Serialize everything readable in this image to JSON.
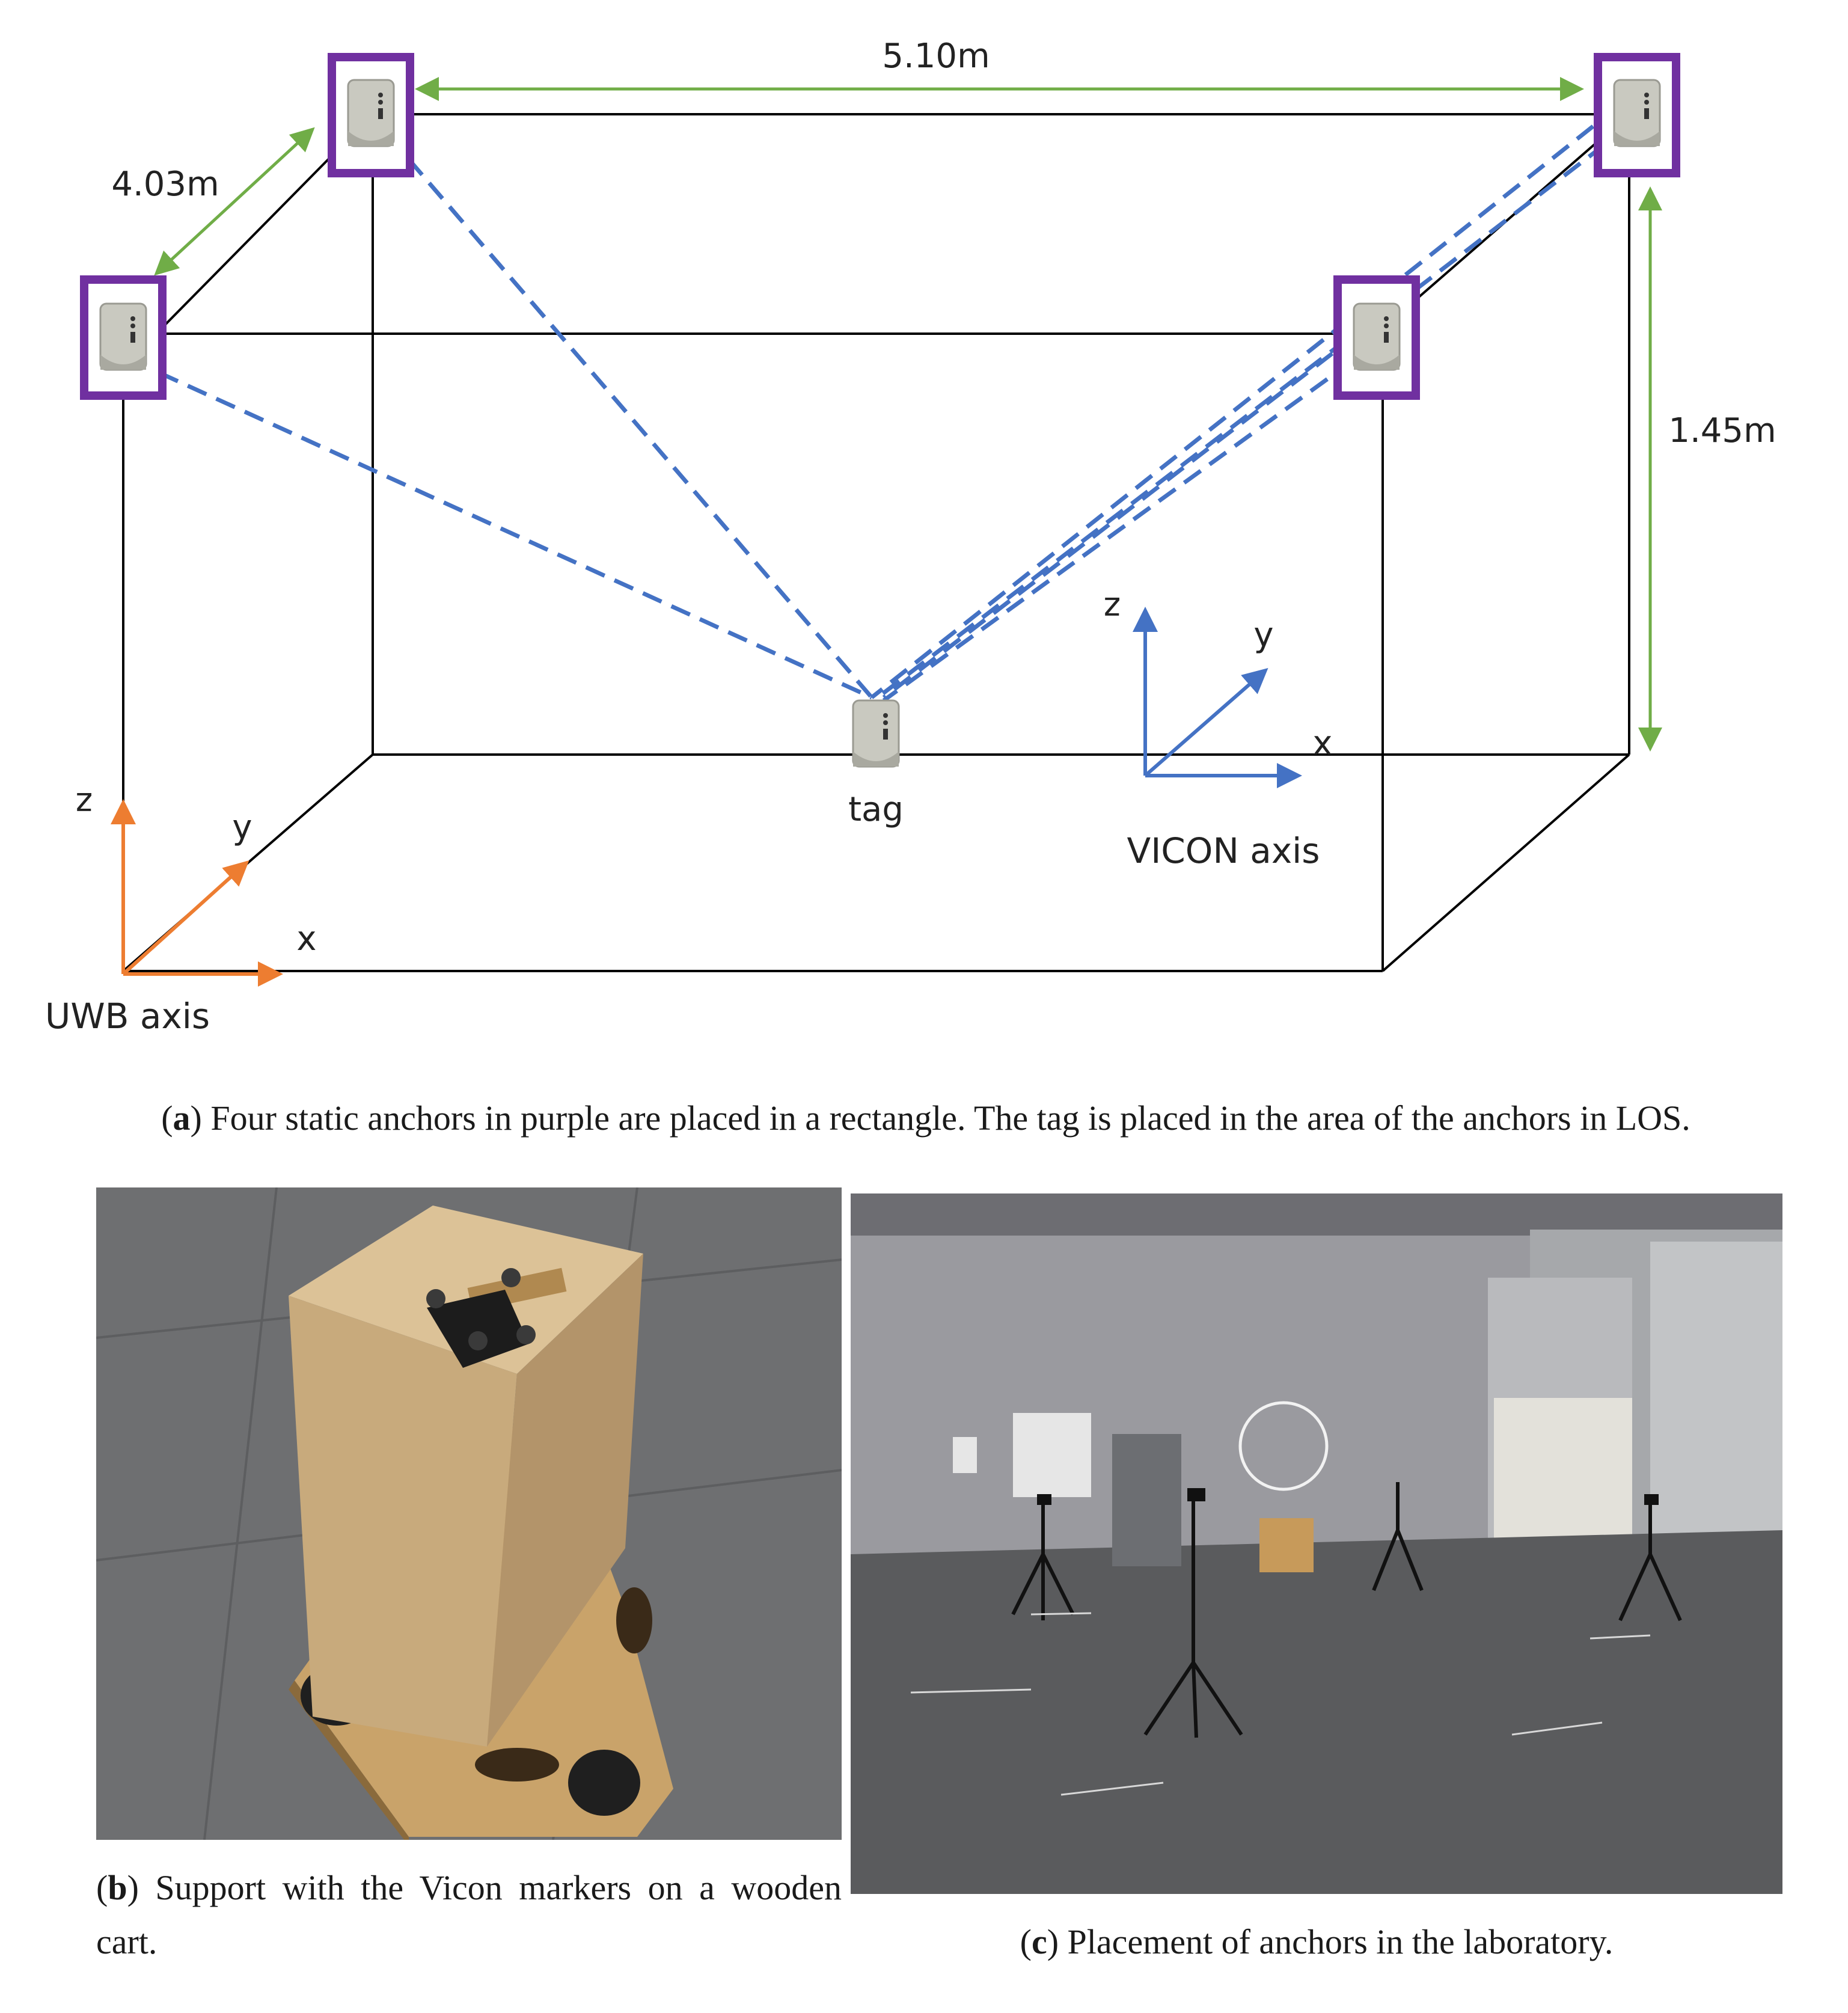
{
  "diagram": {
    "dimensions": {
      "length": "5.10m",
      "depth": "4.03m",
      "height": "1.45m"
    },
    "tag_label": "tag",
    "vicon_axis": {
      "label": "VICON axis",
      "x": "x",
      "y": "y",
      "z": "z"
    },
    "uwb_axis": {
      "label": "UWB axis",
      "x": "x",
      "y": "y",
      "z": "z"
    },
    "colors": {
      "anchor_frame": "#7030a0",
      "dimension_arrows": "#70ad47",
      "los_lines": "#4472c4",
      "vicon_axis": "#4472c4",
      "uwb_axis": "#ed7d31",
      "box_edges": "#000000"
    }
  },
  "captions": {
    "a": {
      "letter": "a",
      "text": ") Four static anchors in purple are placed in a rectangle. The tag is placed in the area of the anchors in LOS."
    },
    "b": {
      "letter": "b",
      "text": ") Support with the Vicon markers on a wooden cart."
    },
    "c": {
      "letter": "c",
      "text": ") Placement of anchors in the laboratory."
    }
  }
}
